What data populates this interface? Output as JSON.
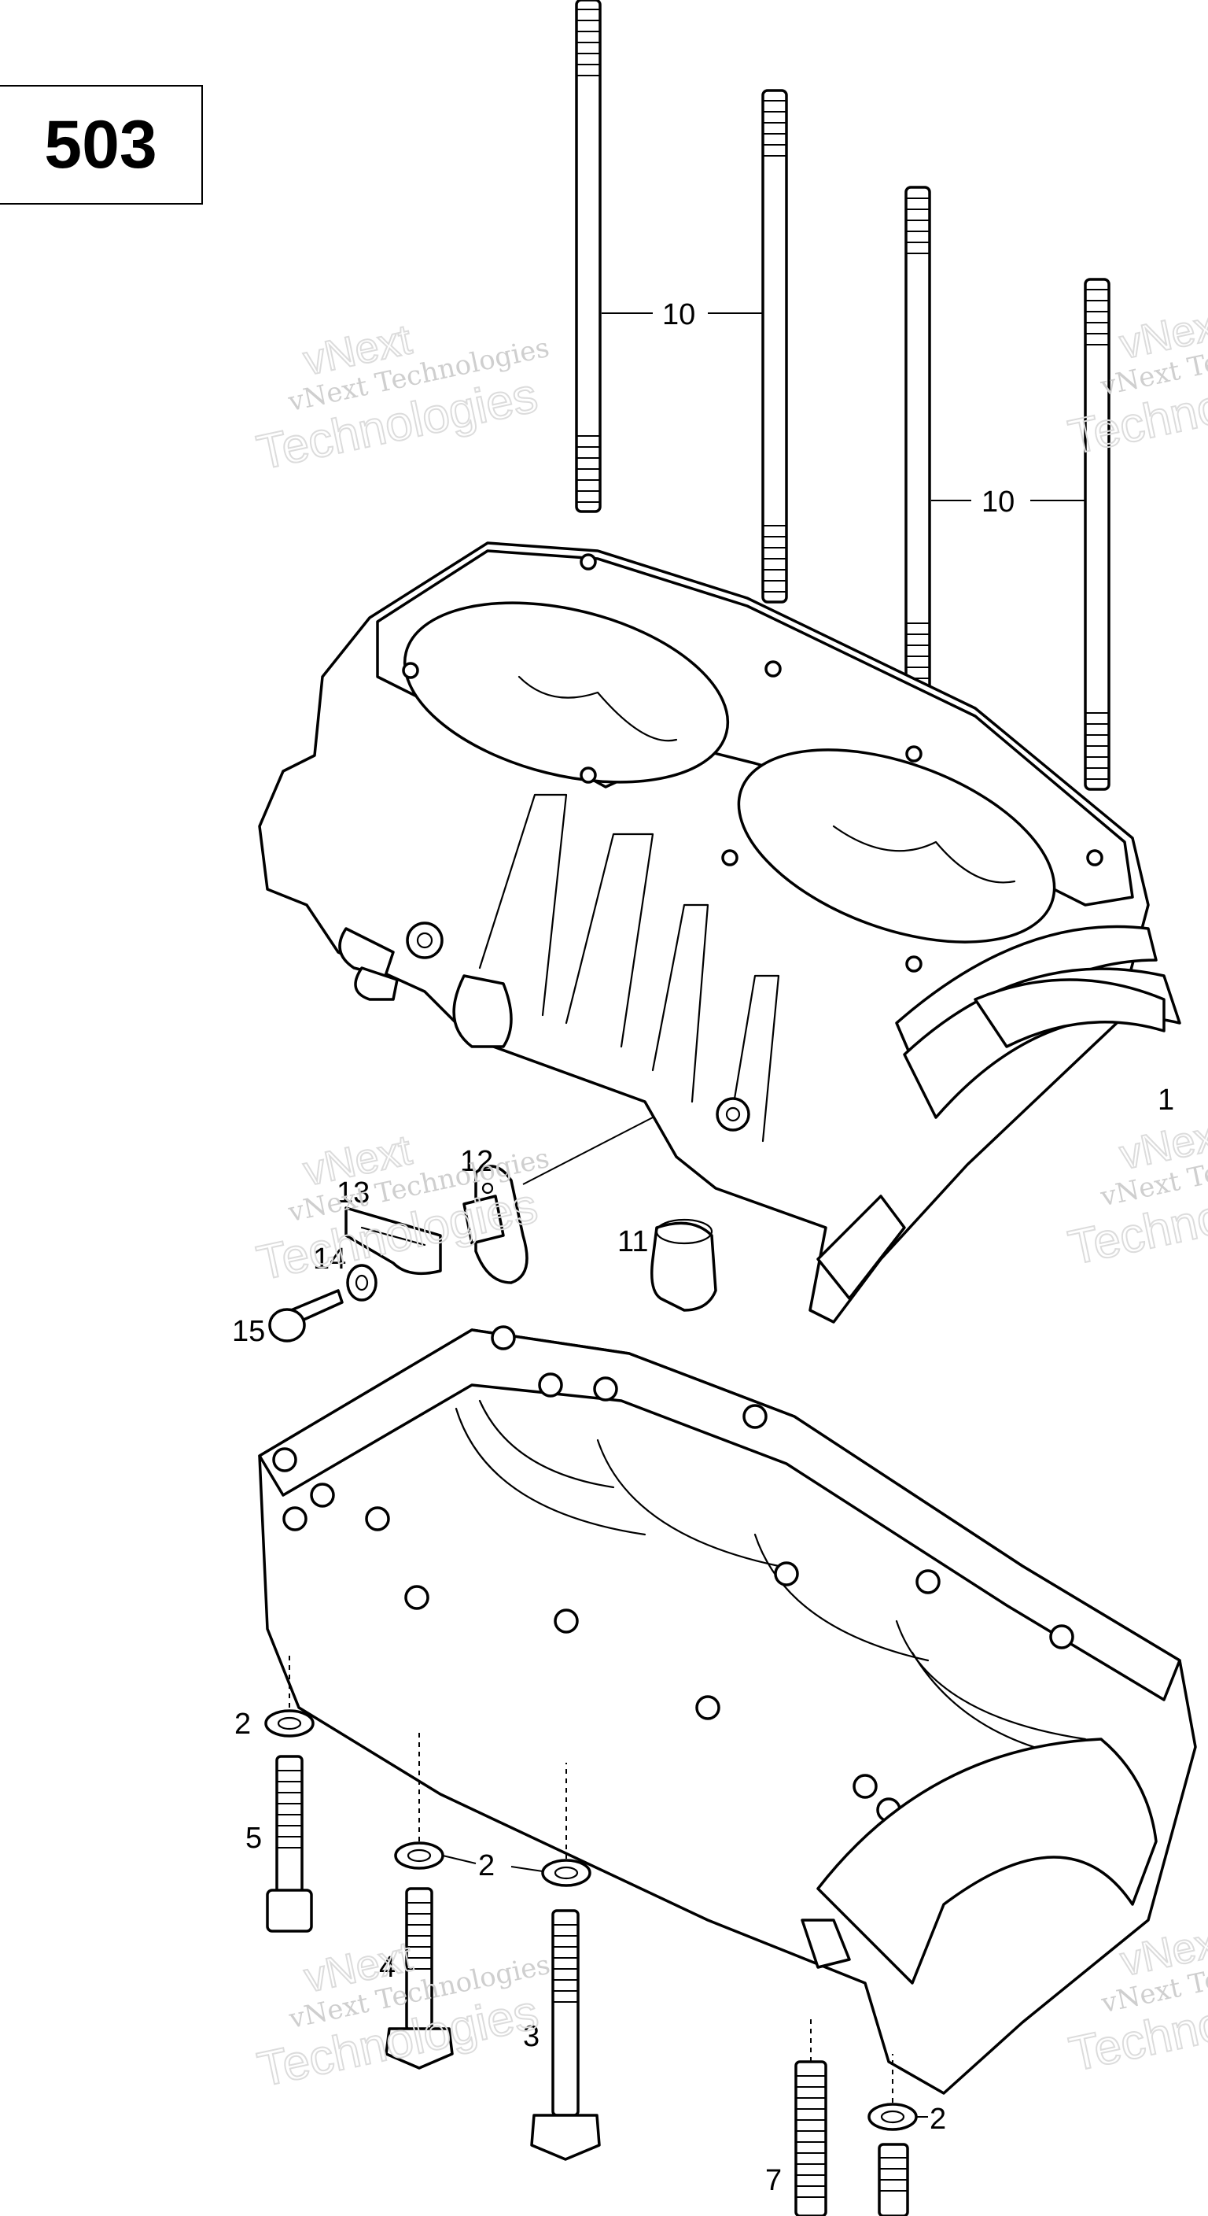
{
  "page_number": "503",
  "watermark": {
    "line1": "vNext",
    "line2": "vNext Technologies",
    "line3": "Technologies"
  },
  "callouts": {
    "c10a": "10",
    "c10b": "10",
    "c1": "1",
    "c12": "12",
    "c13": "13",
    "c14": "14",
    "c15": "15",
    "c11": "11",
    "c2a": "2",
    "c5": "5",
    "c2b": "2",
    "c4": "4",
    "c3": "3",
    "c2c": "2",
    "c7": "7"
  },
  "colors": {
    "ink": "#000000",
    "paper": "#ffffff",
    "watermark": "#cfcfcf"
  }
}
